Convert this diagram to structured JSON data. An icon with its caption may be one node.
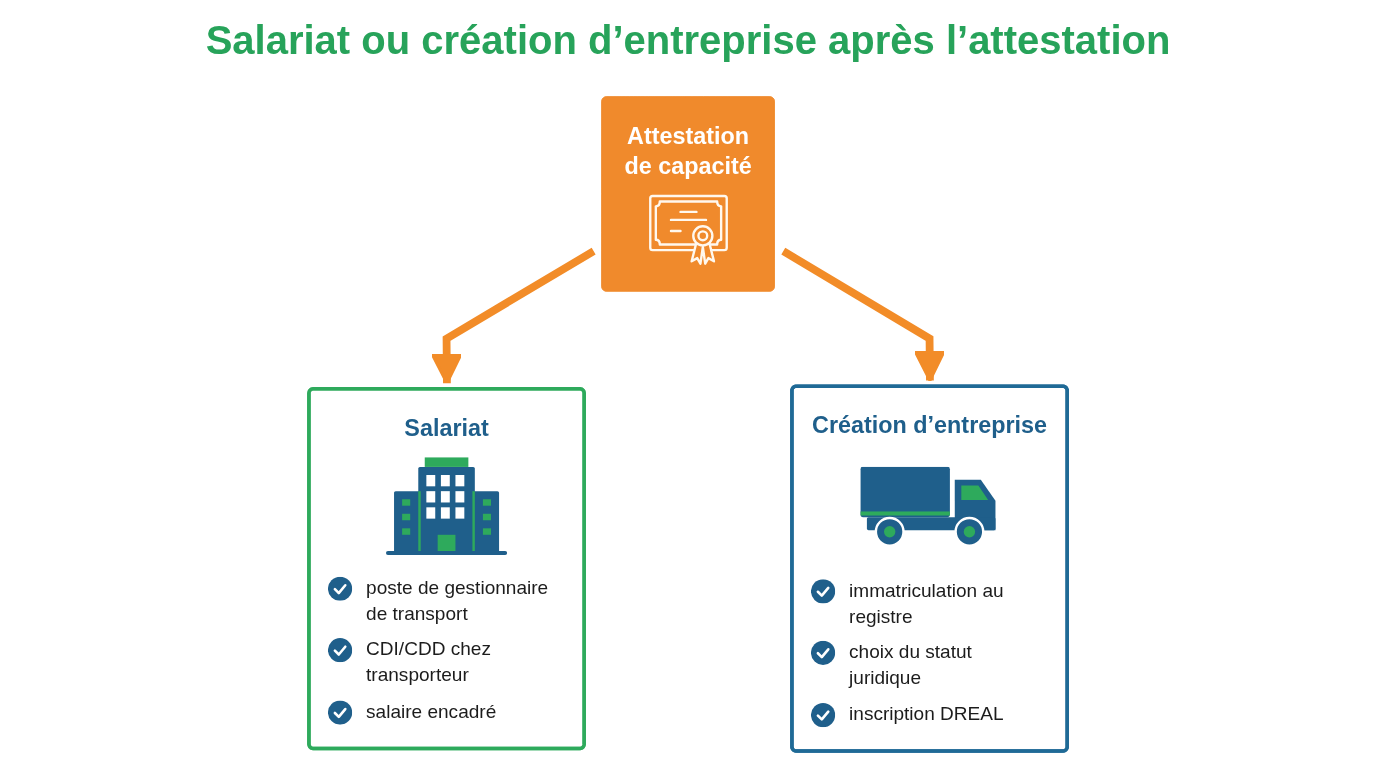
{
  "diagram": {
    "title": "Salariat ou création d’entreprise après l’attestation",
    "nodes": [
      {
        "text": [
          "Salariat",
          "poste de gestionnaire de transport",
          "CDI/CDD chez transporteur",
          "salaire encadré"
        ]
      },
      {
        "text": [
          "Attestation de capacité"
        ]
      },
      {
        "text": [
          "Création d’entreprise",
          "immatriculation au registre",
          "choix du statut juridique",
          "inscription DREAL"
        ]
      }
    ],
    "edges": [
      {
        "from": 1,
        "to": 0,
        "arrow": "to"
      },
      {
        "from": 1,
        "to": 2,
        "arrow": "to"
      }
    ]
  }
}
